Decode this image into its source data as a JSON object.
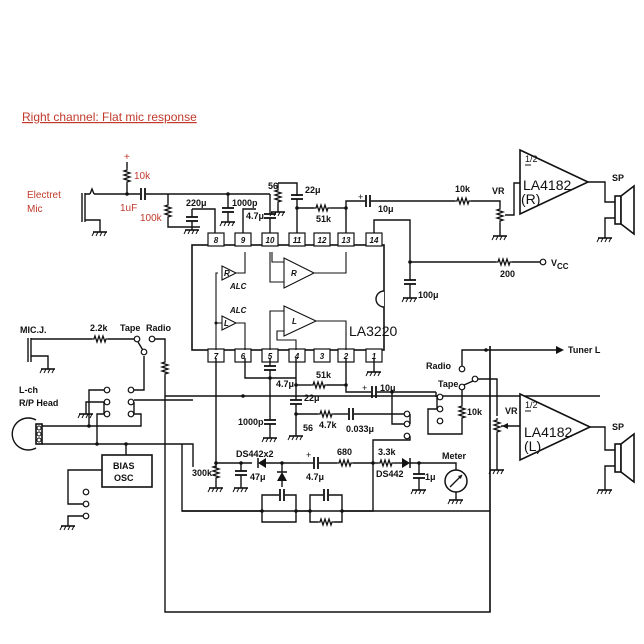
{
  "title": "Right channel: Flat mic response",
  "input": {
    "mic_label_1": "Electret",
    "mic_label_2": "Mic",
    "r_bias": "10k",
    "c_coupling": "1uF",
    "r_load": "100k",
    "plus": "+"
  },
  "ic_main": {
    "name": "LA3220",
    "pins_top": [
      "8",
      "9",
      "10",
      "11",
      "12",
      "13",
      "14"
    ],
    "pins_bottom": [
      "7",
      "6",
      "5",
      "4",
      "3",
      "2",
      "1"
    ],
    "alc_label": "ALC",
    "amp_r": "R",
    "amp_l": "L"
  },
  "right_channel_parts": {
    "c_220u": "220μ",
    "c_1000p": "1000p",
    "c_4_7u": "4.7μ",
    "r_56": "56",
    "c_22u": "22μ",
    "r_51k": "51k",
    "c_10u": "10μ",
    "c_100u": "100μ",
    "r_200": "200",
    "vcc": "V",
    "vcc_sub": "CC"
  },
  "amp_r": {
    "r_10k": "10k",
    "vr": "VR",
    "name": "LA4182",
    "half": "1/2",
    "channel": "(R)",
    "speaker": "SP"
  },
  "left_input": {
    "mic_jack": "MIC.J.",
    "r_2_2k": "2.2k",
    "tape": "Tape",
    "radio": "Radio",
    "head_1": "L-ch",
    "head_2": "R/P Head",
    "bias_1": "BIAS",
    "bias_2": "OSC"
  },
  "left_channel_parts": {
    "c_4_7u": "4.7μ",
    "r_51k": "51k",
    "c_22u": "22μ",
    "c_1000p": "1000p",
    "r_56": "56",
    "r_4_7k": "4.7k",
    "c_0_033u": "0.033μ",
    "c_10u": "10μ",
    "r_300k": "300k",
    "diodes": "DS442x2",
    "c_47u": "47μ",
    "c_4_7u_b": "4.7μ",
    "r_680": "680",
    "r_3_3k": "3.3k",
    "diode": "DS442",
    "c_1u": "1μ",
    "meter": "Meter"
  },
  "amp_l": {
    "tuner": "Tuner L",
    "radio": "Radio",
    "tape": "Tape",
    "r_10k": "10k",
    "vr": "VR",
    "name": "LA4182",
    "half": "1/2",
    "channel": "(L)",
    "speaker": "SP"
  }
}
